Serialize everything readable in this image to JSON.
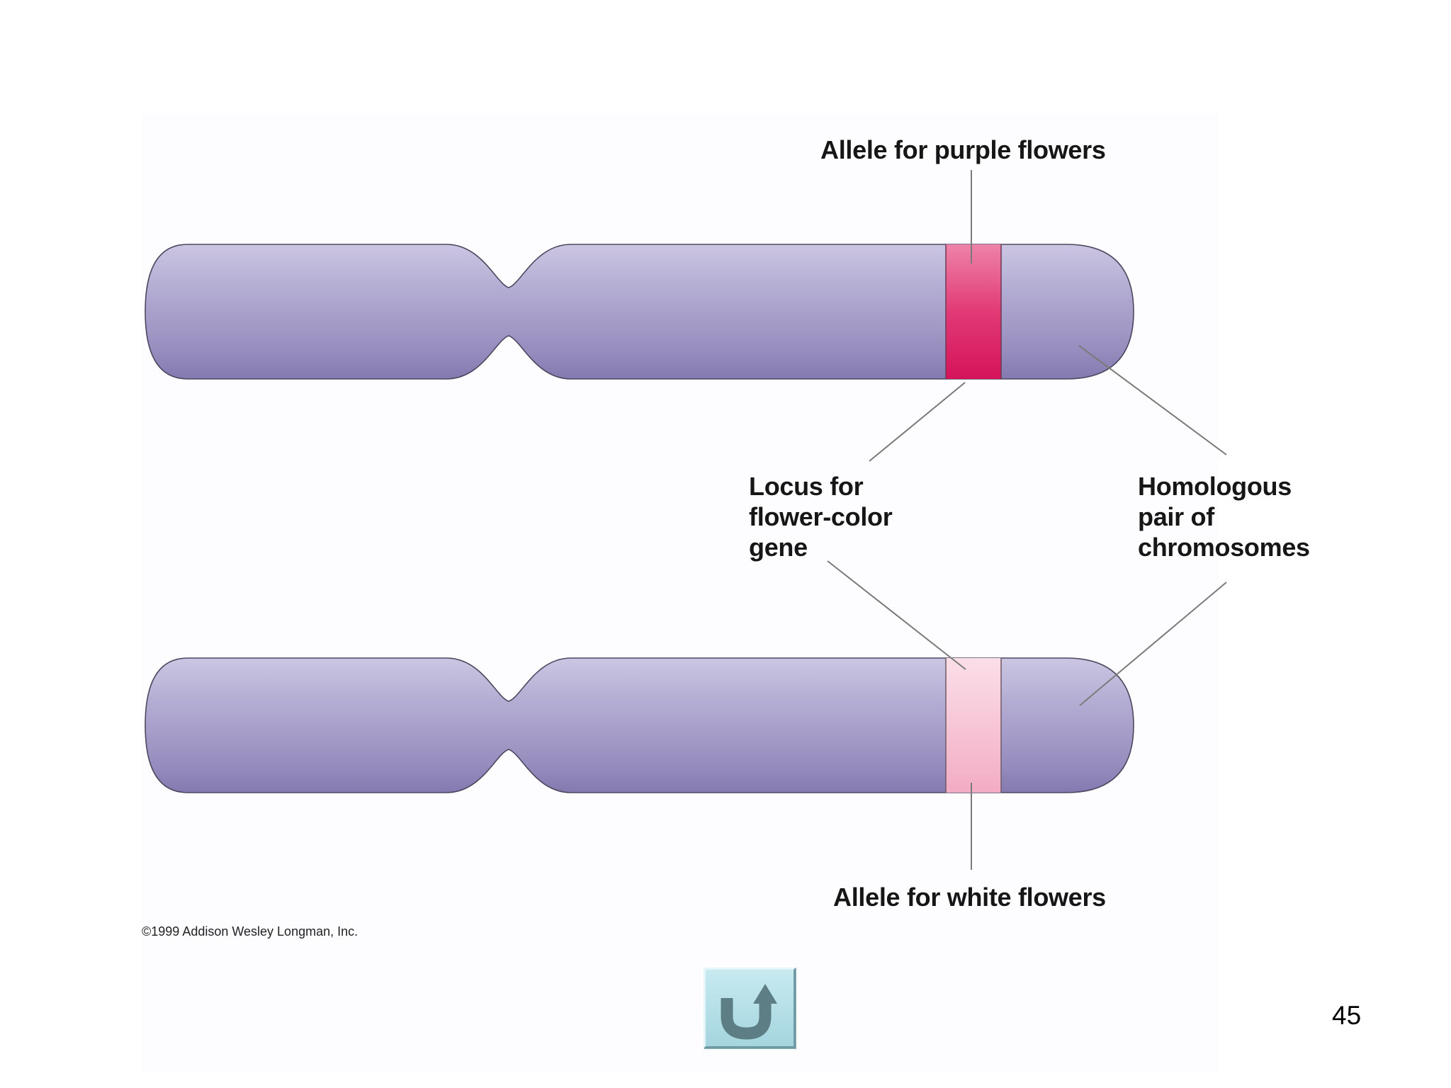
{
  "labels": {
    "allele_purple": "Allele for purple flowers",
    "allele_white": "Allele for white flowers",
    "locus": [
      "Locus for",
      "flower-color",
      "gene"
    ],
    "homologous": [
      "Homologous",
      "pair of",
      "chromosomes"
    ]
  },
  "copyright": "©1999 Addison Wesley Longman, Inc.",
  "navigation": {
    "return_icon": "u-turn-return-arrow-icon"
  },
  "page_number": "45",
  "colors": {
    "chromosome_body": "#a39bc5",
    "chromosome_shadow": "#857ab0",
    "purple_allele_band": "#e0306e",
    "white_allele_band": "#f6b9cd",
    "return_button": "#b6e1ea"
  }
}
